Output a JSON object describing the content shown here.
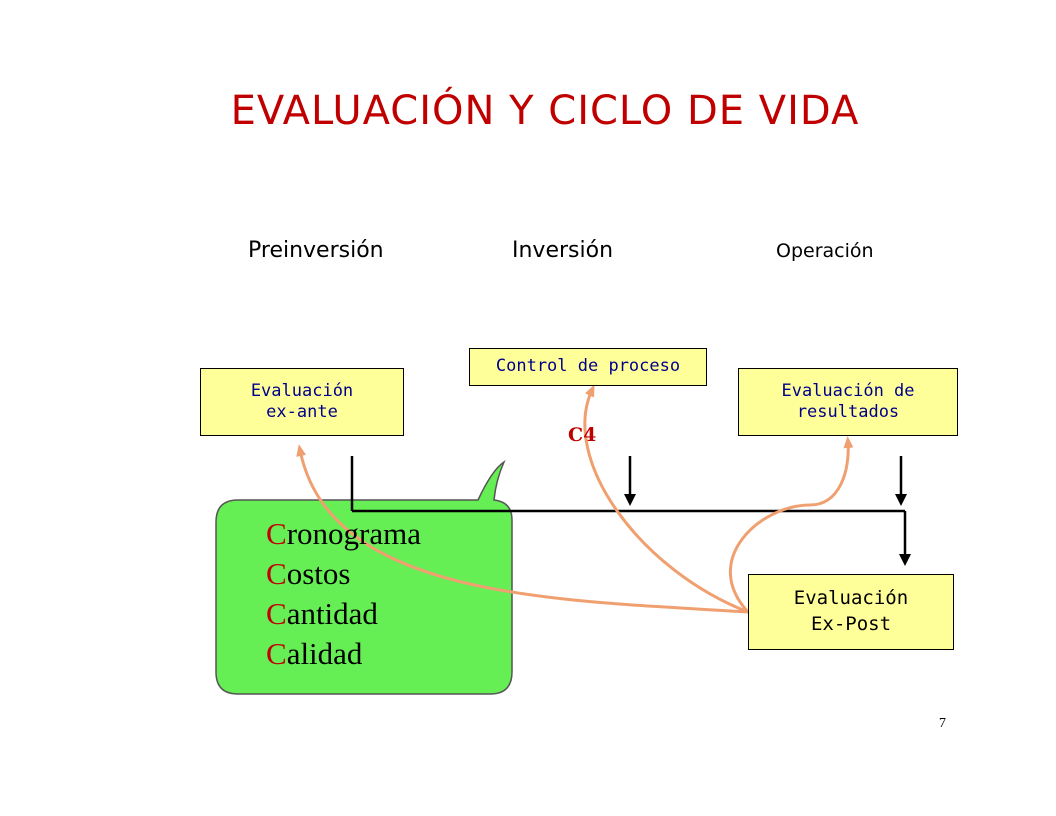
{
  "title": "EVALUACIÓN Y CICLO DE  VIDA",
  "phases": {
    "preinversion": "Preinversión",
    "inversion": "Inversión",
    "operacion": "Operación"
  },
  "boxes": {
    "ex_ante": [
      "Evaluación",
      "ex-ante"
    ],
    "control": [
      "Control de proceso"
    ],
    "resultados": [
      "Evaluación de",
      "resultados"
    ],
    "ex_post": [
      "Evaluación",
      "Ex-Post"
    ]
  },
  "c4_label": "C4",
  "callout": {
    "items": [
      {
        "initial": "C",
        "rest": "ronograma"
      },
      {
        "initial": "C",
        "rest": "ostos"
      },
      {
        "initial": "C",
        "rest": "antidad"
      },
      {
        "initial": "C",
        "rest": "alidad"
      }
    ]
  },
  "page_number": "7",
  "colors": {
    "title": "#c00000",
    "box_fill": "#ffff99",
    "box_text": "#00008b",
    "callout_fill": "#66ee55",
    "arrow_orange": "#f0a070",
    "initial_red": "#c00000"
  }
}
